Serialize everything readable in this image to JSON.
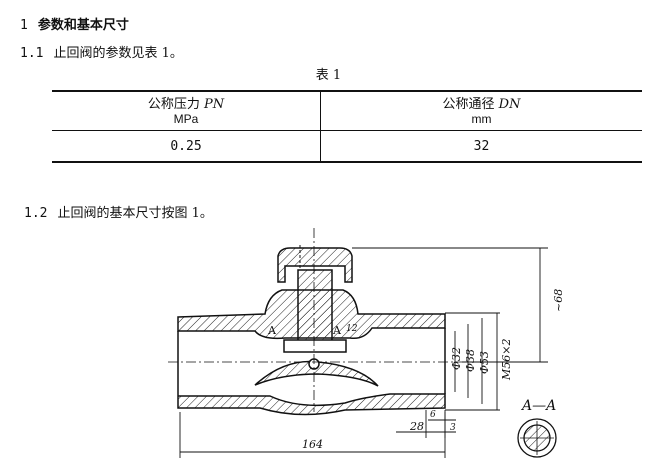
{
  "section": {
    "num": "1",
    "title": "参数和基本尺寸"
  },
  "sub1": {
    "num": "1.1",
    "text": "止回阀的参数见表 1。"
  },
  "table": {
    "caption": "表 1",
    "col1_name": "公称压力",
    "col1_symbol": "PN",
    "col1_unit": "MPa",
    "col2_name": "公称通径",
    "col2_symbol": "DN",
    "col2_unit": "mm",
    "rows": [
      {
        "pn": "0.25",
        "dn": "32"
      }
    ]
  },
  "sub2": {
    "num": "1.2",
    "text": "止回阀的基本尺寸按图 1。"
  },
  "drawing": {
    "dims": {
      "height": "~68",
      "d32": "Φ32",
      "d38": "Φ38",
      "d53": "Φ53",
      "thread": "M56×2",
      "length": "164",
      "d28": "28",
      "d6": "6",
      "d3": "3",
      "d12": "12"
    },
    "section_mark": "A",
    "section_view": "A—A"
  }
}
